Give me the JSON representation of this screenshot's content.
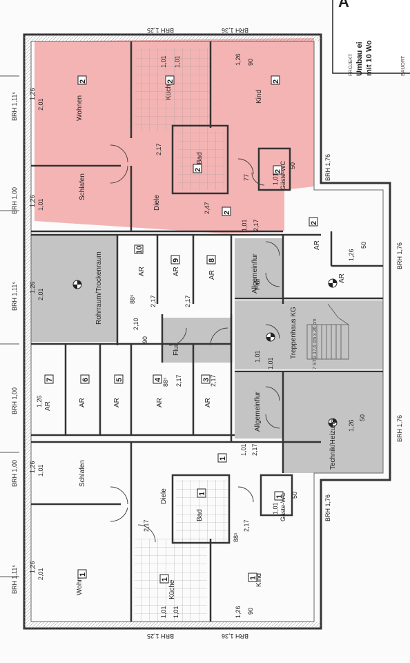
{
  "title_block": {
    "letter": "A",
    "projekt_label": "PROJEKT",
    "line1": "Umbau ei",
    "line2": "mit 10 Wo",
    "bauort_label": "BAUORT"
  },
  "colors": {
    "highlight": "#f2a7a7",
    "shaded": "#bfbfbf",
    "wall": "#333333",
    "tile": "#c9c9c9"
  },
  "brh": {
    "top_1": "BRH 1,25",
    "top_2": "BRH 1,36",
    "bottom_1": "BRH 1,25",
    "bottom_2": "BRH 1,36",
    "left_1": "BRH 1,11⁵",
    "left_2": "BRH 1,00",
    "left_3": "BRH 1,11⁵",
    "left_4": "BRH 1,00",
    "left_5": "BRH 1,00",
    "left_6": "BRH 1,11⁵",
    "right_1": "BRH 1,76",
    "right_2": "BRH 1,76",
    "right_3": "BRH 1,76",
    "right_4": "BRH 1,76"
  },
  "rooms_top": {
    "wohnen": "Wohnen",
    "kueche": "Küche",
    "kind": "Kind",
    "bad": "Bad",
    "gaeste_wc": "Gäste-WC",
    "schlafen": "Schlafen",
    "diele": "Diele",
    "ar": "AR",
    "unit": "2"
  },
  "rooms_mid": {
    "rohrraum": "Rohrraum/Trockenraum",
    "flur": "Flur",
    "allgemeinflur": "Allgemeinflur",
    "treppenhaus": "Treppenhaus KG",
    "technik": "Technik/Heizung",
    "ar": "AR",
    "n10": "10",
    "n9": "9",
    "n8": "8",
    "n7": "7",
    "n6": "6",
    "n5": "5",
    "n4": "4",
    "n3": "3",
    "stair_note": "7 STG 17,6 cm x 26 cm"
  },
  "rooms_bottom": {
    "wohnen": "Wohnen",
    "kueche": "Küche",
    "kind": "Kind",
    "bad": "Bad",
    "gaeste_wc": "Gäste-WC",
    "schlafen": "Schlafen",
    "diele": "Diele",
    "unit": "1"
  },
  "dims": {
    "d126": "1,26",
    "d201": "2,01",
    "d101": "1,01",
    "d90": "90",
    "d50": "50",
    "d217": "2,17",
    "d885": "88⁵",
    "d885b": "88⁵",
    "d210": "2,10",
    "d77": "77",
    "d247": "2,47",
    "d26": "1,26"
  }
}
